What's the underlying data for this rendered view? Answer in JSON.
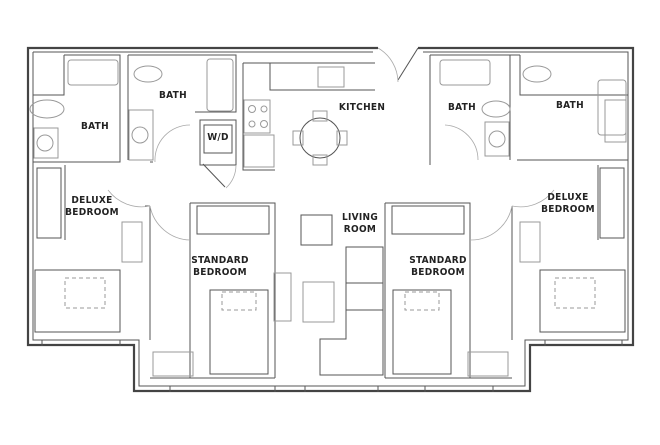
{
  "rooms": {
    "bath_left_outer": "BATH",
    "bath_left_inner": "BATH",
    "washer_dryer": "W/D",
    "kitchen": "KITCHEN",
    "bath_right_inner": "BATH",
    "bath_right_outer": "BATH",
    "deluxe_bedroom_left": [
      "DELUXE",
      "BEDROOM"
    ],
    "deluxe_bedroom_right": [
      "DELUXE",
      "BEDROOM"
    ],
    "living_room": [
      "LIVING",
      "ROOM"
    ],
    "standard_bedroom_left": [
      "STANDARD",
      "BEDROOM"
    ],
    "standard_bedroom_right": [
      "STANDARD",
      "BEDROOM"
    ]
  },
  "colors": {
    "wall": "#444444",
    "fixture": "#999999",
    "background": "#ffffff"
  }
}
